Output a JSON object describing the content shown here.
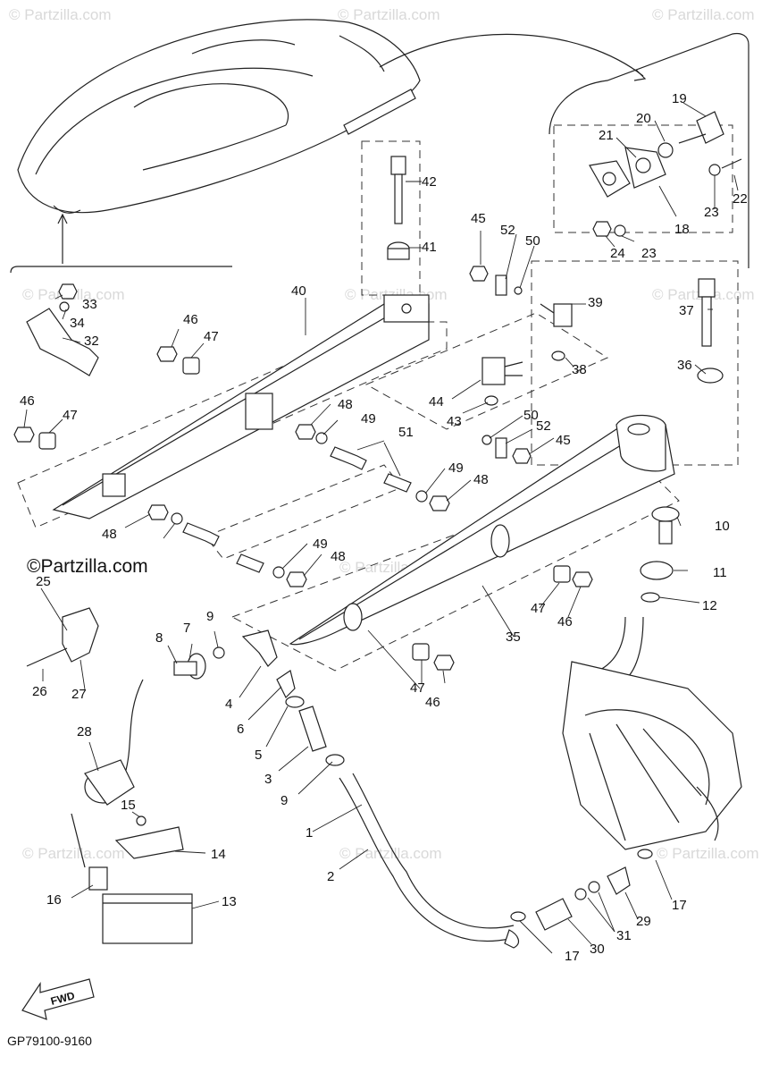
{
  "diagram": {
    "part_code": "GP79100-9160",
    "brand_label": "©Partzilla.com",
    "fwd_label": "FWD",
    "watermark": "© Partzilla.com",
    "callouts": [
      "1",
      "2",
      "3",
      "4",
      "5",
      "6",
      "7",
      "8",
      "9",
      "9",
      "10",
      "11",
      "12",
      "13",
      "14",
      "15",
      "16",
      "17",
      "17",
      "18",
      "19",
      "20",
      "21",
      "22",
      "23",
      "23",
      "24",
      "25",
      "26",
      "27",
      "28",
      "29",
      "30",
      "31",
      "32",
      "33",
      "34",
      "35",
      "36",
      "37",
      "38",
      "39",
      "40",
      "41",
      "42",
      "43",
      "44",
      "45",
      "45",
      "46",
      "46",
      "46",
      "46",
      "47",
      "47",
      "47",
      "47",
      "48",
      "48",
      "48",
      "48",
      "49",
      "49",
      "49",
      "50",
      "50",
      "51",
      "52",
      "52"
    ]
  }
}
